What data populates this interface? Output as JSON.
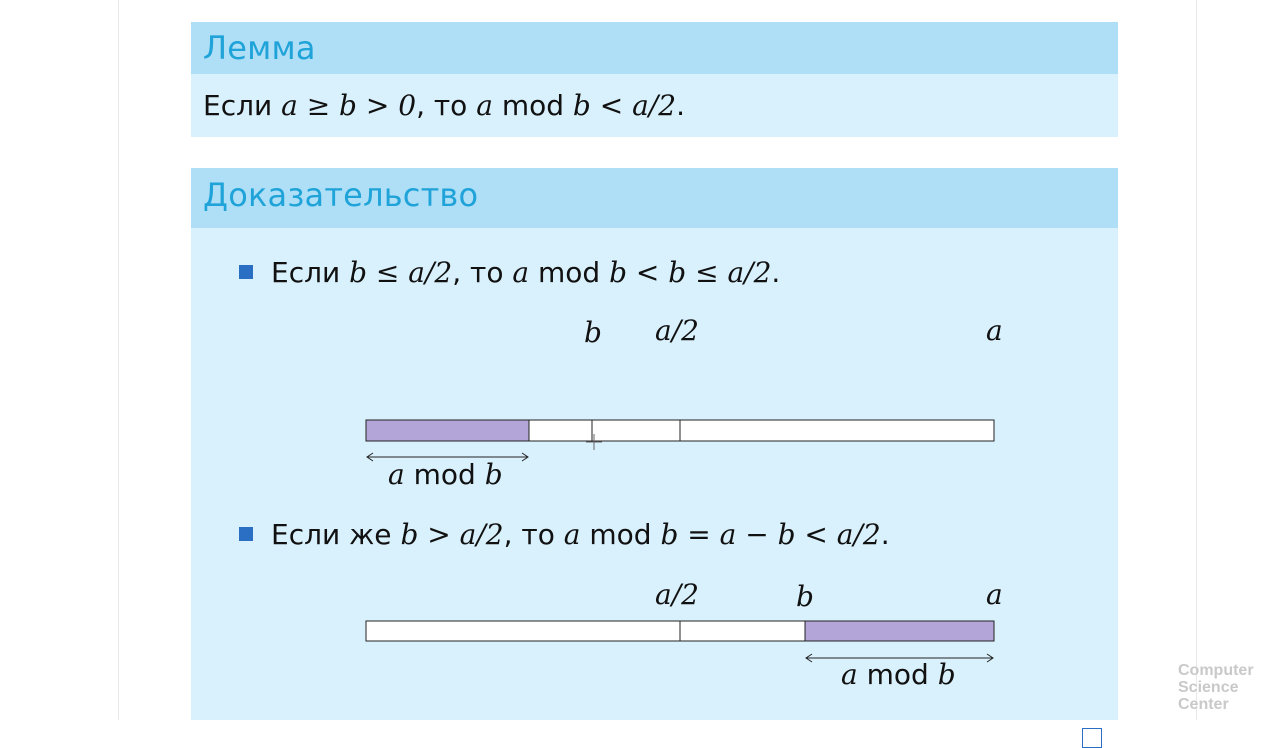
{
  "lemma": {
    "title": "Лемма",
    "text_prefix": "Если ",
    "statement_math": "a ≥ b > 0",
    "text_mid": ", то ",
    "conclusion_math_a": "a",
    "mod": "mod",
    "conclusion_math_b": "b < a/2",
    "text_end": "."
  },
  "proof": {
    "title": "Доказательство",
    "case1": {
      "prefix": "Если ",
      "cond": "b ≤ a/2",
      "mid": ", то ",
      "res_a": "a",
      "mod": "mod",
      "res_tail": "b < b ≤ a/2",
      "end": ".",
      "labels": {
        "b": "b",
        "half": "a/2",
        "a": "a",
        "mod_a": "a",
        "mod_word": "mod",
        "mod_b": "b"
      }
    },
    "case2": {
      "prefix": "Если же ",
      "cond": "b > a/2",
      "mid": ", то ",
      "res_a": "a",
      "mod": "mod",
      "res_tail": "b = a − b < a/2",
      "end": ".",
      "labels": {
        "half": "a/2",
        "b": "b",
        "a": "a",
        "mod_a": "a",
        "mod_word": "mod",
        "mod_b": "b"
      }
    }
  },
  "logo": {
    "line1": "Computer",
    "line2": "Science",
    "line3": "Center"
  },
  "colors": {
    "block_header": "#aedff7",
    "block_body": "#d9f1fc",
    "title_text": "#1fa3d8",
    "bullet": "#2a6fc3",
    "highlight": "#b4a5d8"
  }
}
